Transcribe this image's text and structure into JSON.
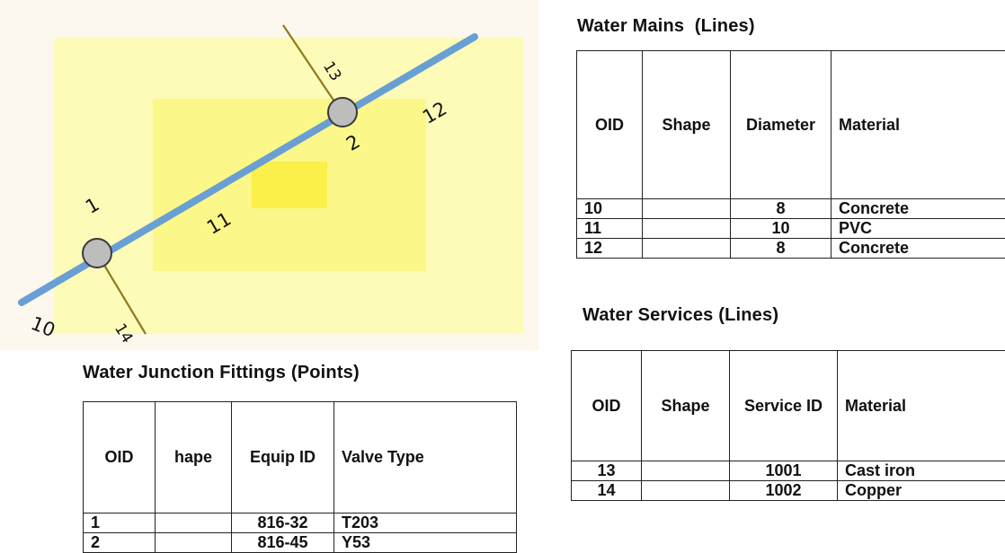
{
  "diagram": {
    "point_labels": [
      "1",
      "2"
    ],
    "line_labels": [
      "10",
      "11",
      "12",
      "13",
      "14"
    ],
    "colors": {
      "main_line": "#6a9fd4",
      "service_line": "#8a7d1e",
      "junction": "#bdbdbd",
      "outer_rect": "#fdfbb8",
      "middle_rect": "#fcf789",
      "inner_rect": "#fbef4a",
      "background": "#fdf8ee"
    }
  },
  "junctions_table": {
    "title": "Water Junction Fittings (Points)",
    "headers": [
      "OID",
      "hape",
      "Equip ID",
      "Valve Type"
    ],
    "rows": [
      [
        "1",
        "",
        "816-32",
        "T203"
      ],
      [
        "2",
        "",
        "816-45",
        "Y53"
      ]
    ]
  },
  "mains_table": {
    "title": "Water Mains  (Lines)",
    "headers": [
      "OID",
      "Shape",
      "Diameter",
      "Material"
    ],
    "rows": [
      [
        "10",
        "",
        "8",
        "Concrete"
      ],
      [
        "11",
        "",
        "10",
        "PVC"
      ],
      [
        "12",
        "",
        "8",
        "Concrete"
      ]
    ]
  },
  "services_table": {
    "title": "Water Services (Lines)",
    "headers": [
      "OID",
      "Shape",
      "Service ID",
      "Material"
    ],
    "rows": [
      [
        "13",
        "",
        "1001",
        "Cast iron"
      ],
      [
        "14",
        "",
        "1002",
        "Copper"
      ]
    ]
  }
}
